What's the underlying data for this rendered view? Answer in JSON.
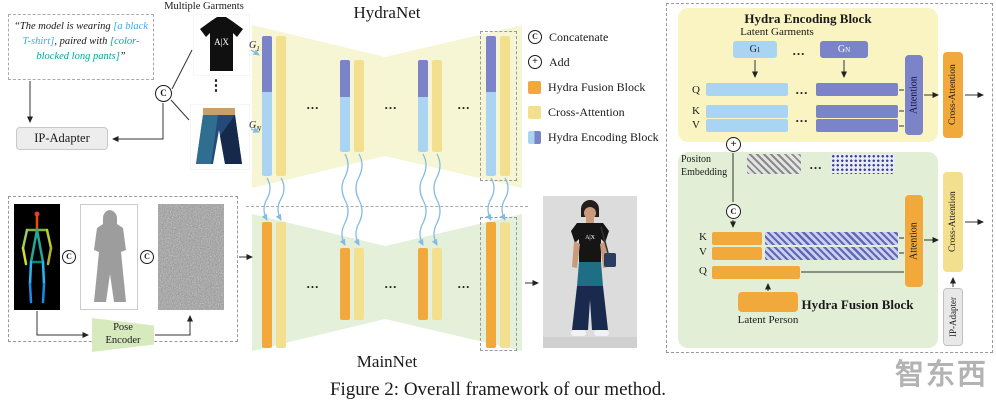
{
  "misc": {
    "ellipsis": "...",
    "vdots": "⋮",
    "caption": "Figure 2: Overall framework of our method.",
    "watermark": "智东西"
  },
  "prompt": {
    "q_open": "“The model is wearing ",
    "highlight1": "[a black T-shirt]",
    "mid": ", paired with ",
    "highlight2": "[color-blocked long pants]",
    "q_close": "”"
  },
  "garments": {
    "label": "Multiple Garments",
    "g1_base": "G",
    "g1_sub": "1",
    "gn_base": "G",
    "gn_sub": "N",
    "concat_symbol": "C",
    "tshirt_print": "A|X"
  },
  "left": {
    "ip_adapter": "IP-Adapter",
    "pose_encoder_line1": "Pose",
    "pose_encoder_line2": "Encoder",
    "concat_symbol": "C"
  },
  "networks": {
    "hydranet": "HydraNet",
    "mainnet": "MainNet"
  },
  "legend": {
    "concat_symbol": "C",
    "concat_label": "Concatenate",
    "add_symbol": "+",
    "add_label": "Add",
    "fusion_label": "Hydra Fusion Block",
    "cross_label": "Cross-Attention",
    "encoding_label": "Hydra Encoding Block"
  },
  "encoding_block": {
    "title": "Hydra Encoding Block",
    "latent_garments": "Latent Garments",
    "g1_base": "G",
    "g1_sub": "1",
    "gn_base": "G",
    "gn_sub": "N",
    "q": "Q",
    "k": "K",
    "v": "V",
    "attention": "Attention",
    "cross_attention": "Cross-Attention"
  },
  "fusion_block": {
    "title": "Hydra Fusion Block",
    "position_embedding_line1": "Positon",
    "position_embedding_line2": "Embedding",
    "concat_symbol": "C",
    "add_symbol": "+",
    "k": "K",
    "v": "V",
    "q": "Q",
    "latent_person": "Latent Person",
    "attention": "Attention",
    "cross_attention": "Cross-Attention",
    "ip_adapter": "IP-Adapter"
  },
  "colors": {
    "fusion_orange": "#F2A93B",
    "cross_attention_yellow": "#F3E08E",
    "encoding_purple": "#7B83C9",
    "latent_blue": "#A9D5F2",
    "hydranet_bg": "#F6F5D4",
    "mainnet_bg": "#E4F0DA",
    "encoding_panel_bg": "#FAF4C2",
    "fusion_panel_bg": "#E2EFD6",
    "pose_encoder_green": "#D7EABE",
    "ip_adapter_gray": "#EDEDED",
    "highlight_blue": "#3FA9F5",
    "highlight_teal": "#00A99D",
    "wavy_arrow_blue": "#85BCE3"
  }
}
